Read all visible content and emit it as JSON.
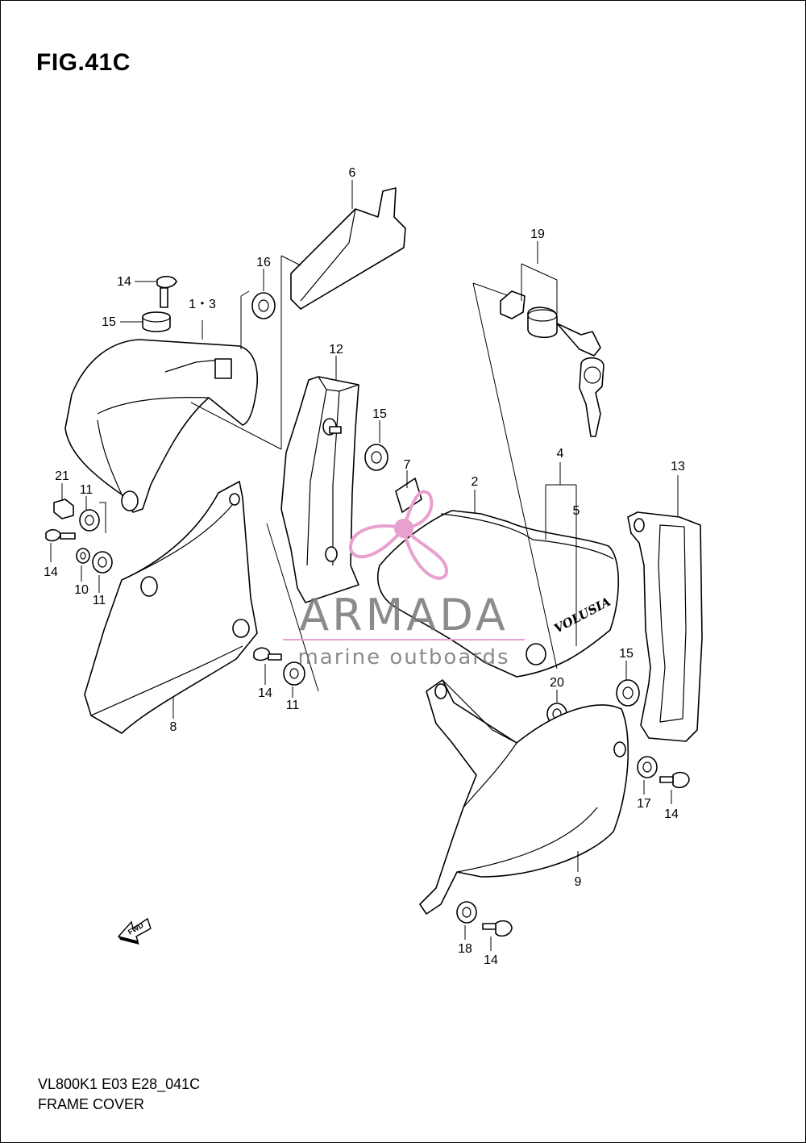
{
  "figure": {
    "title": "FIG.41C",
    "model_code": "VL800K1 E03 E28_041C",
    "section_name": "FRAME COVER"
  },
  "callouts": {
    "c1_3": "1・3",
    "c2": "2",
    "c4": "4",
    "c5": "5",
    "c6": "6",
    "c7": "7",
    "c8": "8",
    "c9": "9",
    "c10": "10",
    "c11a": "11",
    "c11b": "11",
    "c11c": "11",
    "c12": "12",
    "c13": "13",
    "c14a": "14",
    "c14b": "14",
    "c14c": "14",
    "c14d": "14",
    "c14e": "14",
    "c15a": "15",
    "c15b": "15",
    "c15c": "15",
    "c16": "16",
    "c17": "17",
    "c18": "18",
    "c19": "19",
    "c20": "20",
    "c21": "21"
  },
  "labels": {
    "cover_lettering": "VOLUSIA",
    "fwd_arrow": "FWD"
  },
  "watermark": {
    "brand": "ARMADA",
    "tagline": "marine outboards",
    "logo_color": "#e8a0cf",
    "text_color": "#777777"
  }
}
